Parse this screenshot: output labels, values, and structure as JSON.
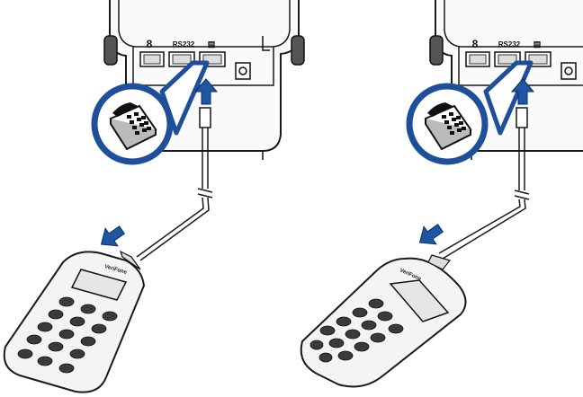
{
  "port_labels": {
    "power_symbol": "8",
    "serial": "RS232",
    "pinpad_symbol": "▤"
  },
  "pinpad_brand": "VeriFone",
  "icons": {
    "connection_arrow": "blue-arrow-icon",
    "port_callout": "telephone-port-icon"
  },
  "colors": {
    "arrow_blue": "#1f56a3",
    "outline": "#1a1a1a",
    "callout_ring": "#1d4f9a",
    "device_fill": "#f4f4f4"
  }
}
